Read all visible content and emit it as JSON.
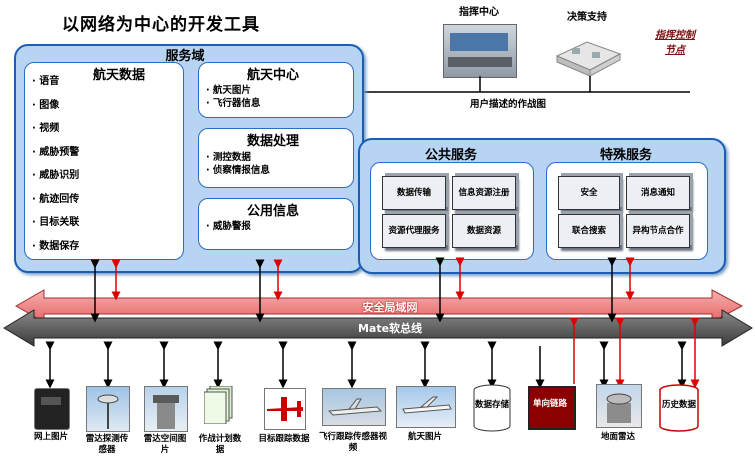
{
  "title": "以网络为中心的开发工具",
  "service_domain": {
    "title": "服务域",
    "aerospace_data": {
      "title": "航天数据",
      "items": [
        "语音",
        "图像",
        "视频",
        "威胁预警",
        "威胁识别",
        "航迹回传",
        "目标关联",
        "数据保存"
      ]
    },
    "aerospace_center": {
      "title": "航天中心",
      "items": [
        "航天图片",
        "飞行器信息"
      ]
    },
    "data_processing": {
      "title": "数据处理",
      "items": [
        "测控数据",
        "侦察情报信息"
      ]
    },
    "public_info": {
      "title": "公用信息",
      "items": [
        "威胁警报"
      ]
    }
  },
  "public_services": {
    "title": "公共服务",
    "cubes": [
      "数据传输",
      "信息资源注册",
      "资源代理服务",
      "数据资源"
    ]
  },
  "special_services": {
    "title": "特殊服务",
    "cubes": [
      "安全",
      "消息通知",
      "联合搜索",
      "异构节点合作"
    ]
  },
  "top": {
    "command_center": "指挥中心",
    "decision_support": "决策支持",
    "node_label_1": "指挥控制",
    "node_label_2": "节点",
    "user_desc": "用户描述的作战图"
  },
  "buses": {
    "security": "安全局域网",
    "mate": "Mate软总线"
  },
  "devices": [
    {
      "label": "网上图片"
    },
    {
      "label": "雷达探测传感器"
    },
    {
      "label": "雷达空间图片"
    },
    {
      "label": "作战计划数据"
    },
    {
      "label": "目标跟踪数据"
    },
    {
      "label": "飞行跟踪传感器视频"
    },
    {
      "label": "航天图片"
    },
    {
      "label": "数据存储"
    },
    {
      "label": "单向链路"
    },
    {
      "label": "地面雷达"
    },
    {
      "label": "历史数据"
    }
  ],
  "colors": {
    "panel": "#b7d4f2",
    "panel_border": "#1a5fb4",
    "security_bus": "#f28b8b",
    "mate_bus": "#555555",
    "arrow_red": "#e00000",
    "oneway_box": "#8b0000"
  }
}
